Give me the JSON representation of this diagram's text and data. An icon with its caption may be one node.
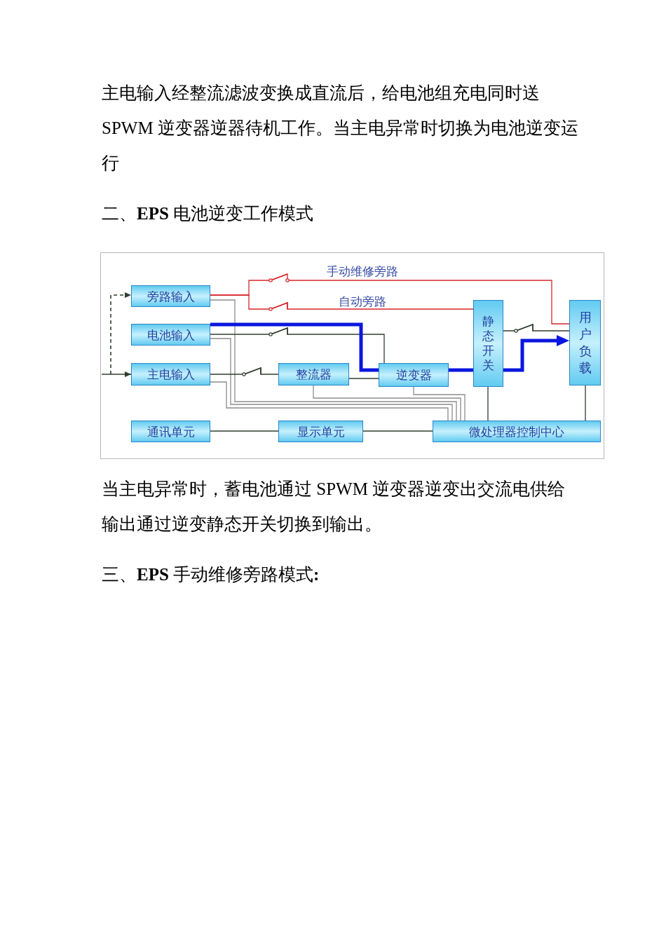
{
  "diagram": {
    "nodes": [
      {
        "text": [
          "旁路输入"
        ]
      },
      {
        "text": [
          "电池输入"
        ]
      },
      {
        "text": [
          "主电输入"
        ]
      },
      {
        "text": [
          "整流器"
        ]
      },
      {
        "text": [
          "逆变器"
        ]
      },
      {
        "text": [
          "静态开关"
        ]
      },
      {
        "text": [
          "用户负载"
        ]
      },
      {
        "text": [
          "通讯单元"
        ]
      },
      {
        "text": [
          "显示单元"
        ]
      },
      {
        "text": [
          "微处理器控制中心"
        ]
      }
    ],
    "edges": [
      {
        "from": null,
        "to": 2,
        "arrow": "to"
      },
      {
        "from": null,
        "to": 0,
        "arrow": "to",
        "style": "dashed"
      },
      {
        "from": 0,
        "to": 6,
        "arrow": "none",
        "label": "手动维修旁路",
        "color": "#d8262a"
      },
      {
        "from": 0,
        "to": 5,
        "arrow": "none",
        "label": "自动旁路",
        "color": "#d8262a"
      },
      {
        "from": 1,
        "to": 4,
        "arrow": "none"
      },
      {
        "from": 2,
        "to": 3,
        "arrow": "none"
      },
      {
        "from": 3,
        "to": 4,
        "arrow": "none"
      },
      {
        "from": 1,
        "to": 4,
        "arrow": "none",
        "style": "thick",
        "color": "#0b16e0"
      },
      {
        "from": 4,
        "to": 5,
        "arrow": "none",
        "style": "thick",
        "color": "#0b16e0"
      },
      {
        "from": 5,
        "to": 6,
        "arrow": "to",
        "style": "thick",
        "color": "#0b16e0"
      },
      {
        "from": 5,
        "to": 6,
        "arrow": "none"
      },
      {
        "from": 0,
        "to": 9,
        "arrow": "none",
        "color": "#8c8c8c"
      },
      {
        "from": 1,
        "to": 9,
        "arrow": "none",
        "color": "#8c8c8c"
      },
      {
        "from": 2,
        "to": 9,
        "arrow": "none",
        "color": "#8c8c8c"
      },
      {
        "from": 3,
        "to": 9,
        "arrow": "none",
        "color": "#8c8c8c"
      },
      {
        "from": 4,
        "to": 9,
        "arrow": "none",
        "color": "#8c8c8c"
      },
      {
        "from": 5,
        "to": 9,
        "arrow": "none"
      },
      {
        "from": 6,
        "to": 9,
        "arrow": "none"
      },
      {
        "from": 7,
        "to": 8,
        "arrow": "none"
      },
      {
        "from": 8,
        "to": 9,
        "arrow": "none"
      }
    ],
    "labels": [
      "主电输入经整流滤波变换成直流后，给电池组充电同时送SPWM 逆变器逆器待机工作。当主电异常时切换为电池逆变运行",
      "二、**EPS** 电池逆变工作模式",
      "当主电异常时，蓄电池通过 SPWM 逆变器逆变出交流电供给输出通过逆变静态开关切换到输出。",
      "三、**EPS** 手动维修旁路模式**:**"
    ]
  }
}
